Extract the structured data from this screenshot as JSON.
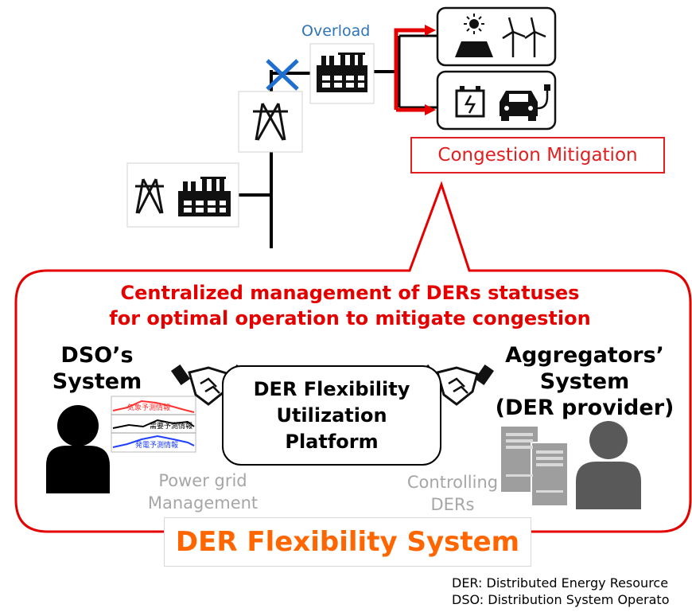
{
  "diagram": {
    "overload_label": "Overload",
    "congestion_label": "Congestion Mitigation",
    "headline": {
      "line1": "Centralized management of DERs statuses",
      "line2": "for optimal operation to mitigate congestion"
    },
    "dso": {
      "line1": "DSO’s",
      "line2": "System",
      "sub_line1": "Power grid",
      "sub_line2": "Management",
      "chart_labels": [
        "気象予測情報",
        "需要予測情報",
        "発電予測情報"
      ]
    },
    "platform": {
      "line1": "DER Flexibility",
      "line2": "Utilization",
      "line3": "Platform"
    },
    "aggregator": {
      "line1": "Aggregators’",
      "line2": "System",
      "line3": "(DER provider)",
      "sub_line1": "Controlling",
      "sub_line2": "DERs"
    },
    "system_title": "DER Flexibility System",
    "definitions": [
      "DER: Distributed Energy Resource",
      "DSO: Distribution System Operato"
    ],
    "colors": {
      "accent_red": "#e02020",
      "overload_blue": "#2f74b5",
      "system_orange": "#ff6600",
      "muted_grey": "#a6a6a6"
    }
  }
}
